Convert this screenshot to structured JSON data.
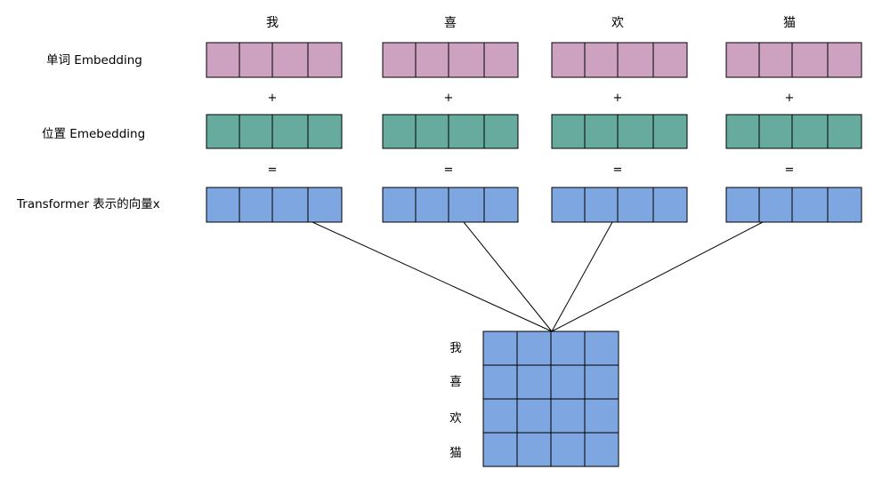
{
  "tokens": [
    "我",
    "喜",
    "欢",
    "猫"
  ],
  "row_labels": {
    "word_embedding": "单词 Embedding",
    "position_embedding": "位置 Emebedding",
    "transformer_vector": "Transformer 表示的向量x"
  },
  "operators": {
    "plus": "+",
    "equals": "="
  },
  "matrix_row_labels": [
    "我",
    "喜",
    "欢",
    "猫"
  ],
  "colors": {
    "word_embedding_fill": "#cda2c0",
    "position_embedding_fill": "#67ab9f",
    "vector_fill": "#7ea6e0",
    "stroke": "#000000",
    "line": "#000000"
  }
}
